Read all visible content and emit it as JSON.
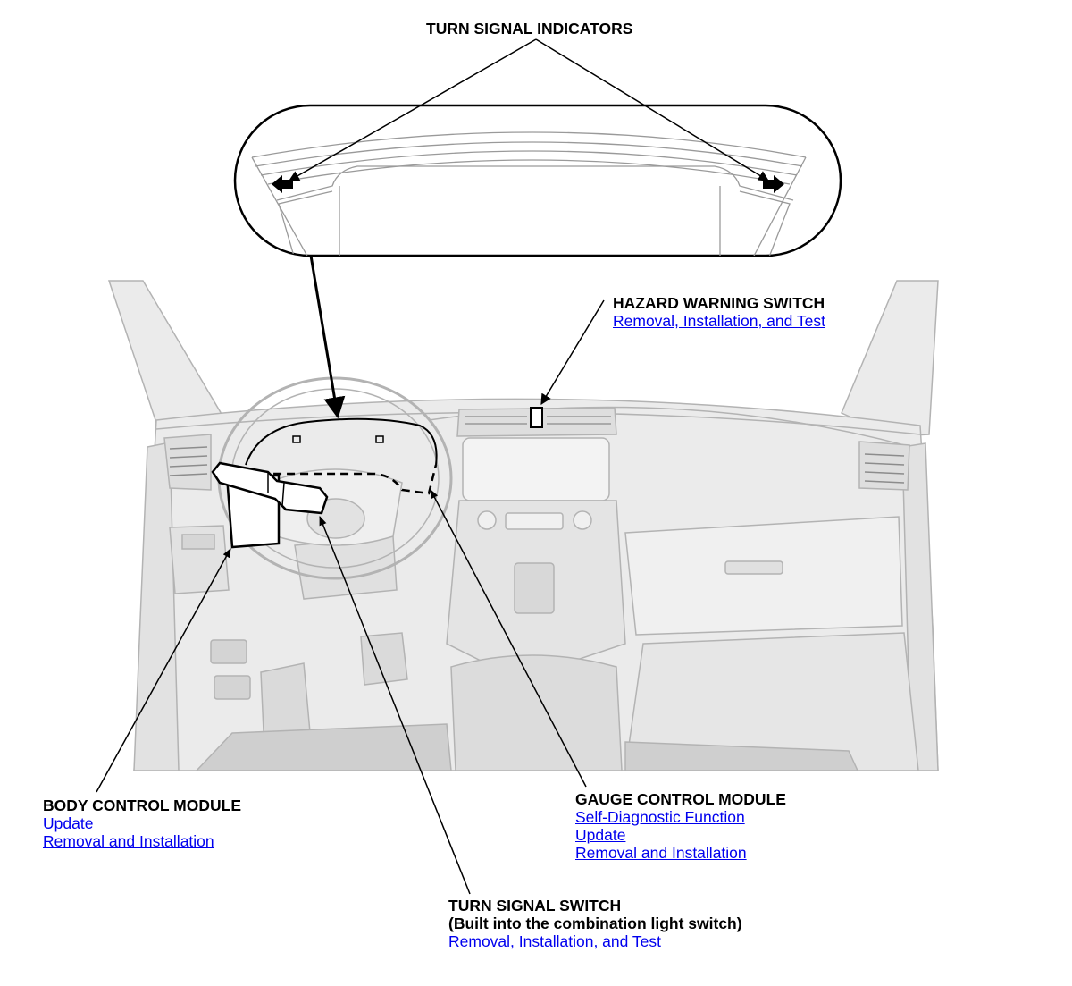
{
  "labels": {
    "turn_signal_indicators": {
      "title": "TURN SIGNAL INDICATORS"
    },
    "hazard_warning_switch": {
      "title": "HAZARD WARNING SWITCH",
      "links": [
        "Removal, Installation, and Test"
      ]
    },
    "body_control_module": {
      "title": "BODY CONTROL MODULE",
      "links": [
        "Update",
        "Removal and Installation"
      ]
    },
    "gauge_control_module": {
      "title": "GAUGE CONTROL MODULE",
      "links": [
        "Self-Diagnostic Function",
        "Update",
        "Removal and Installation"
      ]
    },
    "turn_signal_switch": {
      "title": "TURN SIGNAL SWITCH",
      "subtitle": "(Built into the combination light switch)",
      "links": [
        "Removal, Installation, and Test"
      ]
    }
  },
  "colors": {
    "link": "#0000ee",
    "text": "#000000",
    "outline": "#000000",
    "drawing_fill": "#ebebeb",
    "drawing_line": "#b3b3b3"
  }
}
